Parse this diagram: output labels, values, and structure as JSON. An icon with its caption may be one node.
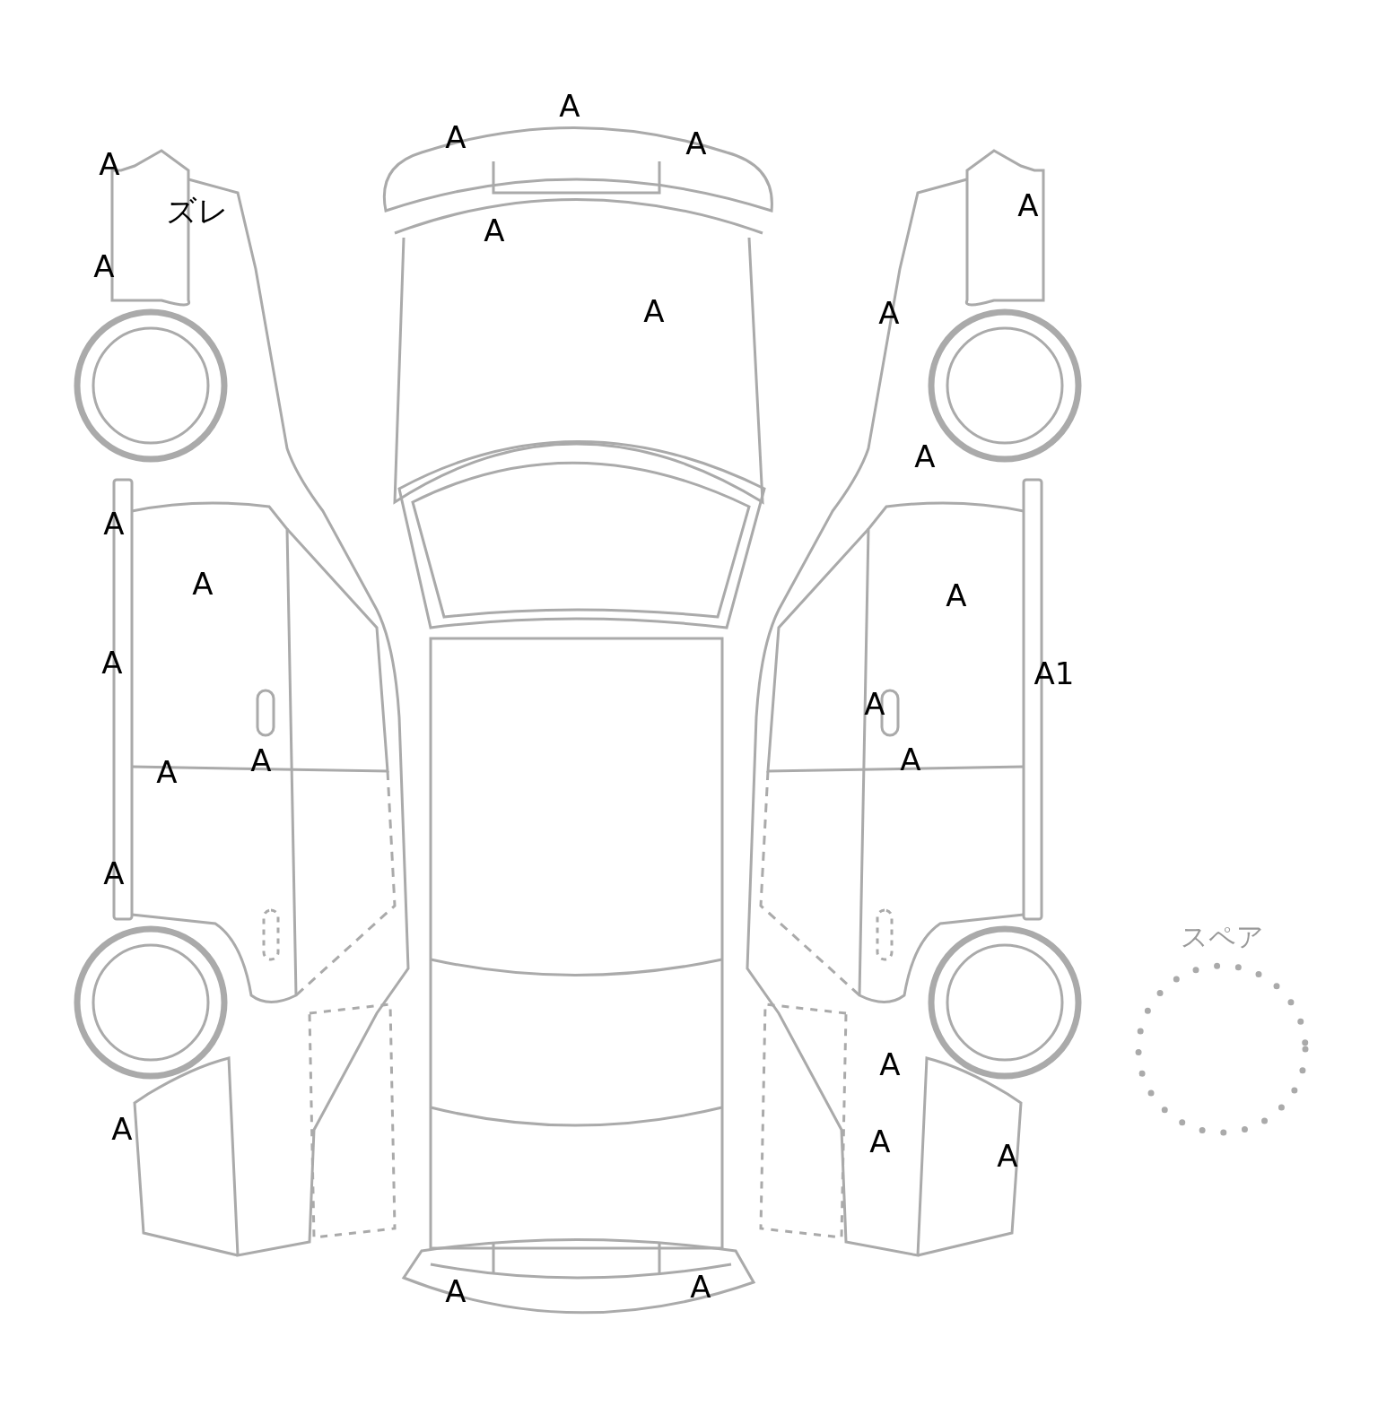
{
  "diagram": {
    "nodes": [
      {
        "text": [
          "スペア"
        ]
      }
    ],
    "labels": [
      "A",
      "A",
      "A",
      "A",
      "ズレ",
      "A",
      "A",
      "A",
      "A",
      "A",
      "A",
      "A",
      "A",
      "A",
      "A",
      "A1",
      "A",
      "A",
      "A",
      "A",
      "A",
      "A",
      "A",
      "A",
      "A",
      "A",
      "A"
    ]
  }
}
